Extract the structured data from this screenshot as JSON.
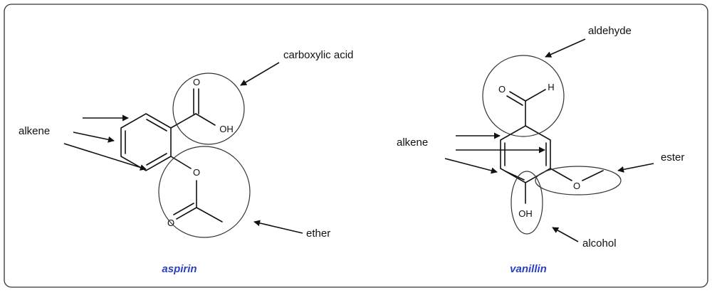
{
  "colors": {
    "molecule_name": "#2b3fc4",
    "line": "#111111"
  },
  "molecules": {
    "aspirin": {
      "name": "aspirin",
      "atoms": {
        "carbonyl_o": "O",
        "hydroxyl": "OH",
        "ester_o": "O",
        "acetyl_o": "O"
      },
      "labels": {
        "carboxylic_acid": "carboxylic acid",
        "alkene": "alkene",
        "ether": "ether"
      }
    },
    "vanillin": {
      "name": "vanillin",
      "atoms": {
        "aldehyde_o": "O",
        "aldehyde_h": "H",
        "methoxy_o": "O",
        "hydroxyl": "OH"
      },
      "labels": {
        "aldehyde": "aldehyde",
        "alkene": "alkene",
        "ester": "ester",
        "alcohol": "alcohol"
      }
    }
  }
}
